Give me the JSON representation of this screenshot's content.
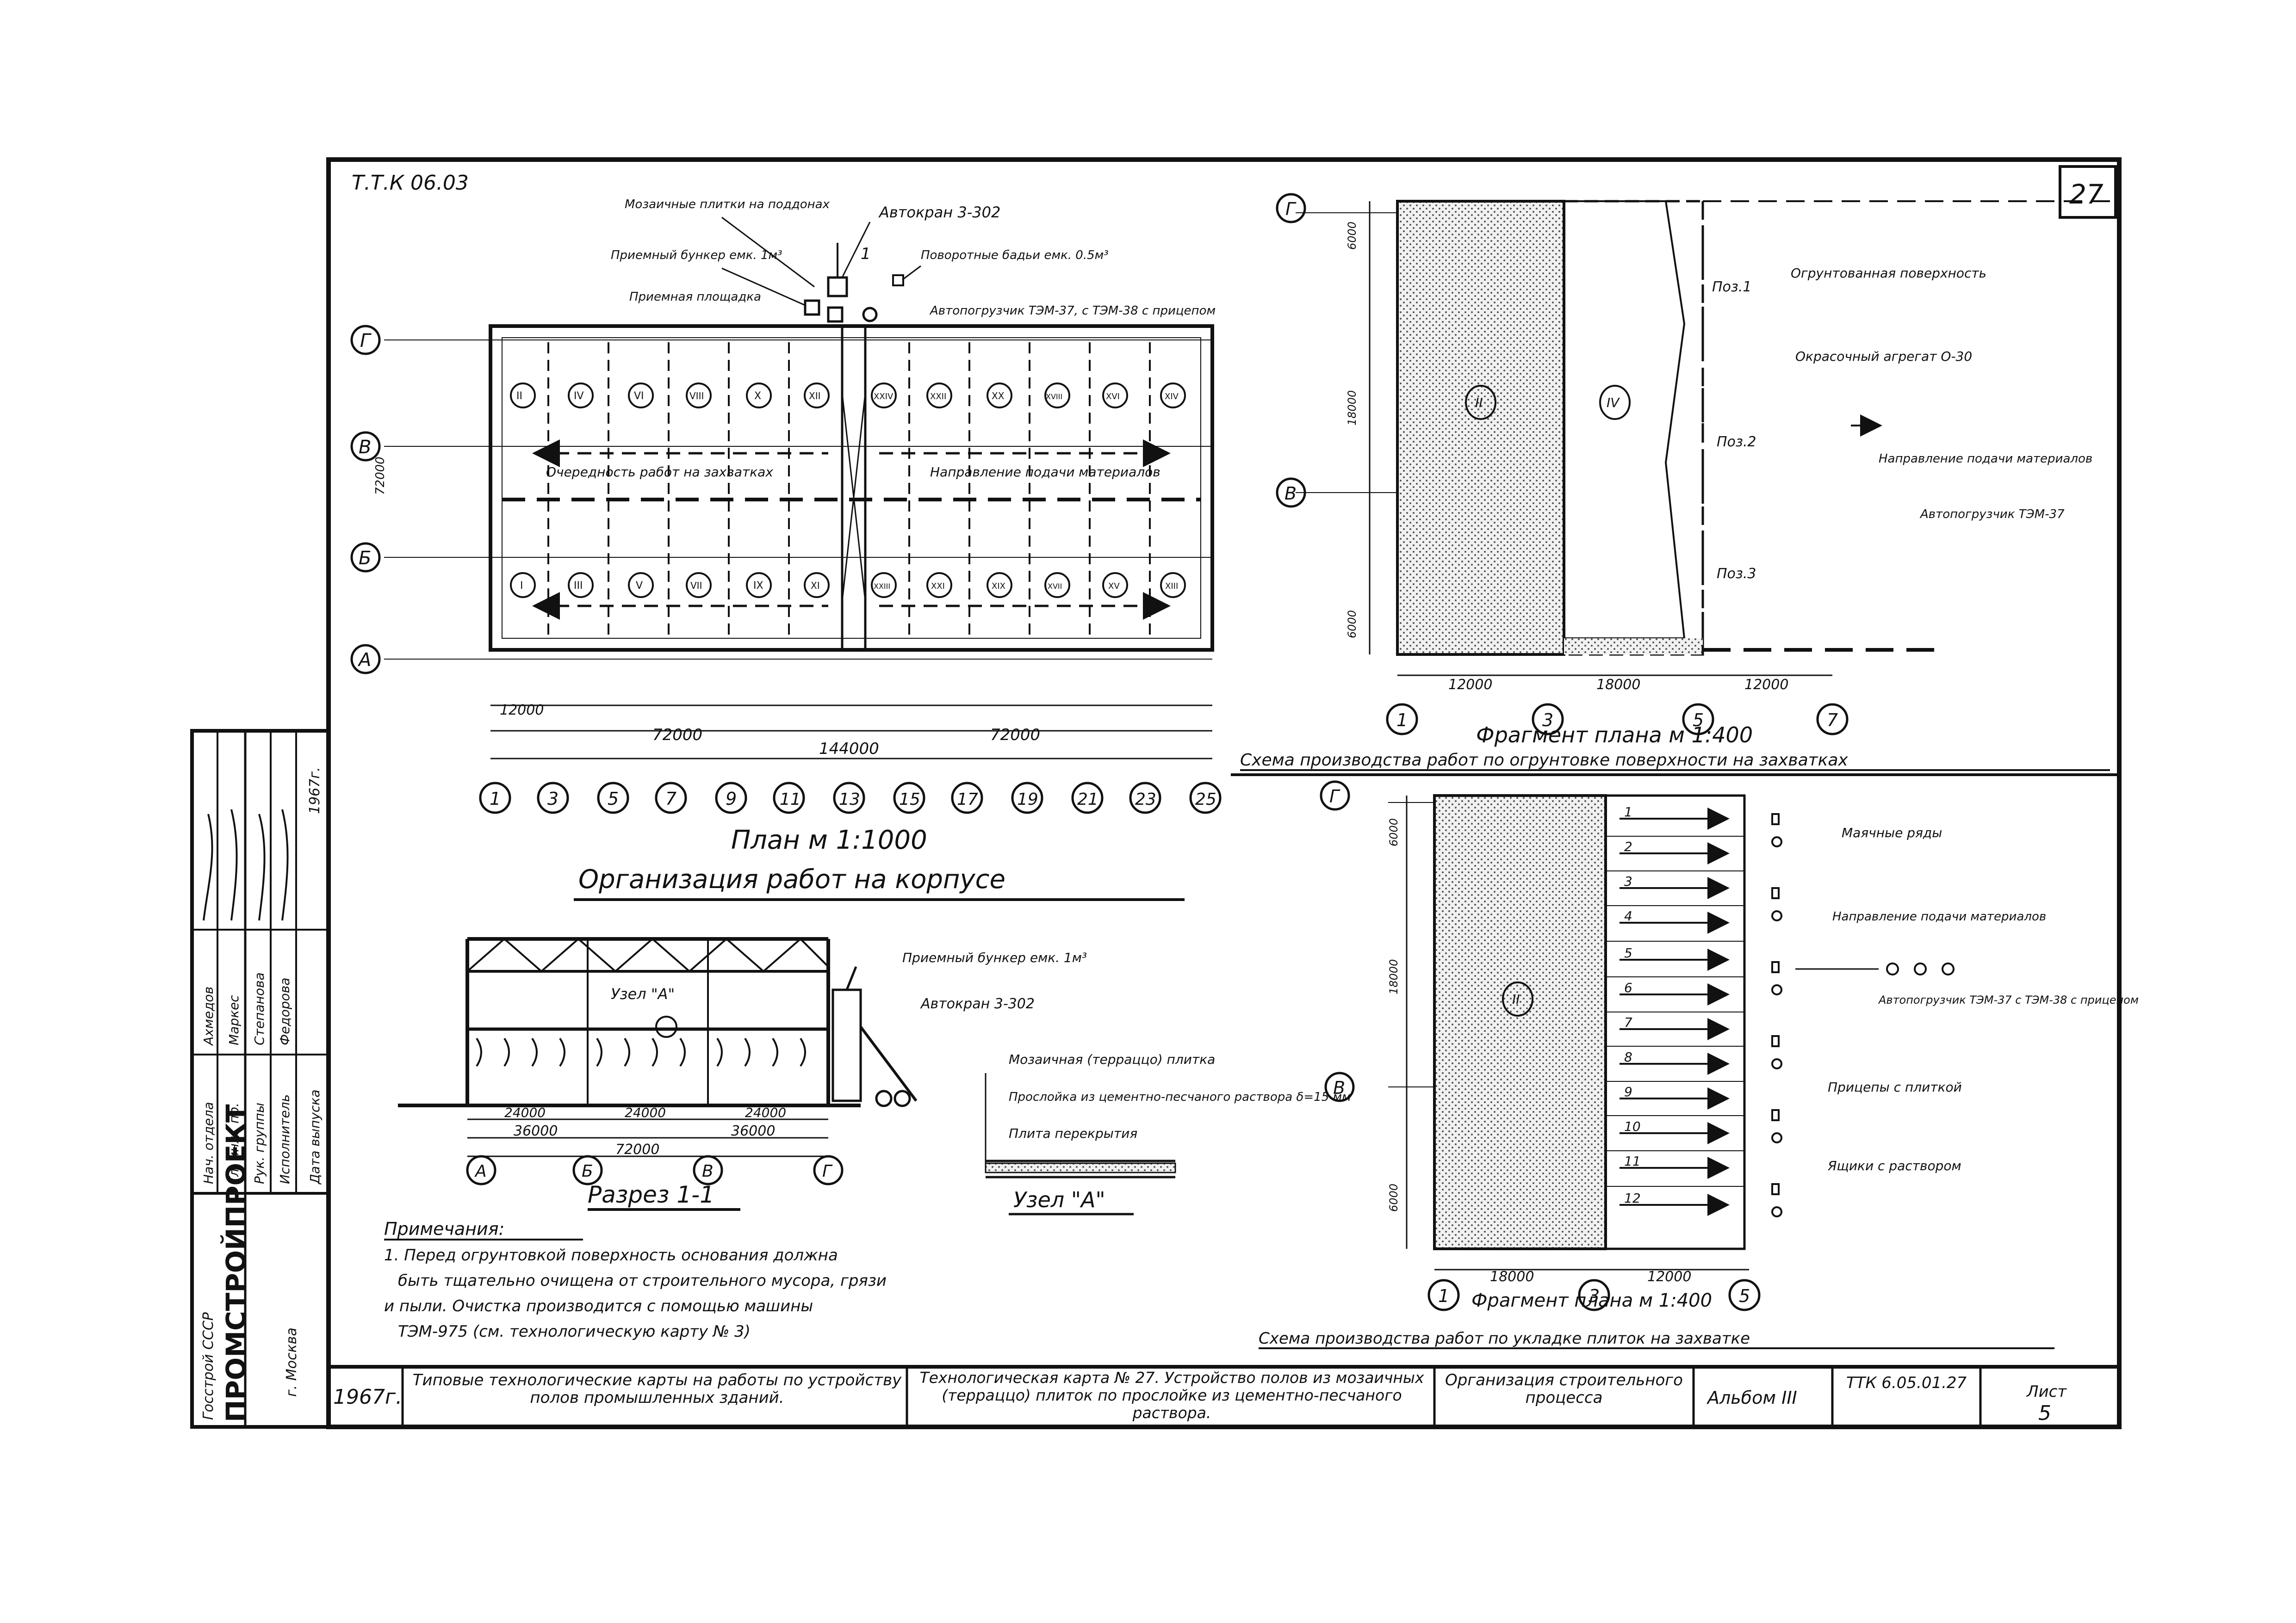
{
  "sheet": {
    "code": "Т.Т.К 06.03",
    "sheet_number": "27"
  },
  "plan": {
    "caption": "План м 1:1000",
    "subtitle": "Организация работ на корпусе",
    "row_axes": [
      "Г",
      "В",
      "Б",
      "А"
    ],
    "col_axes": [
      "1",
      "3",
      "5",
      "7",
      "9",
      "11",
      "13",
      "15",
      "17",
      "19",
      "21",
      "23",
      "25"
    ],
    "dim_total": "144000",
    "dim_half_left": "72000",
    "dim_half_right": "72000",
    "dim_bay": "12000",
    "dim_left_total": "72000",
    "labels": {
      "mosaic": "Мозаичные плитки на поддонах",
      "bunker": "Приемный бункер емк. 1м³",
      "receiving": "Приемная площадка",
      "crane": "Автокран 3-302",
      "tipping": "Поворотные бадьи емк. 0.5м³",
      "loader": "Автопогрузчик ТЭМ-37, с ТЭМ-38 с прицепом",
      "sequence": "Очередность работ на захватках",
      "direction": "Направление подачи материалов",
      "section_mark": "1"
    },
    "zones_top": [
      "II",
      "IV",
      "VI",
      "VIII",
      "X",
      "XII",
      "XXIV",
      "XXII",
      "XX",
      "XVIII",
      "XVI",
      "XIV"
    ],
    "zones_bottom": [
      "I",
      "III",
      "V",
      "VII",
      "IX",
      "XI",
      "XXIII",
      "XXI",
      "XIX",
      "XVII",
      "XV",
      "XIII"
    ]
  },
  "section": {
    "caption": "Разрез 1-1",
    "node_label": "Узел \"А\"",
    "bunker": "Приемный бункер емк. 1м³",
    "crane": "Автокран 3-302",
    "dims": [
      "24000",
      "24000",
      "24000"
    ],
    "dims_mid": [
      "36000",
      "36000"
    ],
    "dim_total": "72000",
    "axes": [
      "А",
      "Б",
      "В",
      "Г"
    ]
  },
  "node": {
    "caption": "Узел \"А\"",
    "layers": [
      "Мозаичная (терраццо) плитка",
      "Прослойка из цементно-песчаного раствора δ=15 мм",
      "Плита перекрытия"
    ]
  },
  "fragment_top": {
    "caption": "Фрагмент плана м 1:400",
    "note": "Схема производства работ по огрунтовке поверхности на захватках",
    "axes_rows": [
      "Г",
      "В"
    ],
    "axes_cols": [
      "1",
      "3",
      "5",
      "7"
    ],
    "dims": [
      "12000",
      "18000",
      "12000"
    ],
    "dims_vert": [
      "6000",
      "18000",
      "6000"
    ],
    "zones": [
      "II",
      "IV"
    ],
    "positions": [
      "Поз.1",
      "Поз.2",
      "Поз.3"
    ],
    "labels": {
      "primed": "Огрунтованная поверхность",
      "sprayer": "Окрасочный агрегат О-30",
      "direction": "Направление подачи материалов",
      "loader": "Автопогрузчик ТЭМ-37"
    }
  },
  "fragment_bottom": {
    "caption": "Фрагмент плана м 1:400",
    "note": "Схема производства работ по укладке плиток на захватке",
    "axes_rows": [
      "Г",
      "В"
    ],
    "axes_cols": [
      "1",
      "3",
      "5"
    ],
    "dims": [
      "18000",
      "12000"
    ],
    "dims_vert": [
      "6000",
      "18000",
      "6000"
    ],
    "zone": "II",
    "rows": [
      "1",
      "2",
      "3",
      "4",
      "5",
      "6",
      "7",
      "8",
      "9",
      "10",
      "11",
      "12"
    ],
    "labels": {
      "rows": "Маячные ряды",
      "direction": "Направление подачи материалов",
      "loader": "Автопогрузчик ТЭМ-37 с ТЭМ-38 с прицепом",
      "trailers": "Прицепы с плиткой",
      "boxes": "Ящики с раствором"
    }
  },
  "notes": {
    "heading": "Примечания:",
    "line1": "1. Перед огрунтовкой поверхность основания должна",
    "line2": "быть тщательно очищена от строительного мусора, грязи",
    "line3": "и пыли. Очистка производится с помощью машины",
    "line4": "ТЭМ-975      (см. технологическую карту № 3)"
  },
  "stamp_left": {
    "org": "Госстрой СССР",
    "institute": "ПРОМСТРОЙПРОЕКТ",
    "city": "г. Москва",
    "roles": [
      "Нач. отдела",
      "Гл. инж. пр.",
      "Рук. группы",
      "Исполнитель",
      "Дата выпуска"
    ],
    "names": [
      "Ахмедов",
      "Маркес",
      "Степанова",
      "Федорова",
      ""
    ],
    "year": "1967г."
  },
  "title_block": {
    "year": "1967г.",
    "series": "Типовые технологические карты на работы по устройству полов промышленных зданий.",
    "title": "Технологическая карта № 27. Устройство полов из мозаичных (терраццо) плиток по прослойке из цементно-песчаного раствора.",
    "section": "Организация строительного процесса",
    "album": "Альбом III",
    "code": "ТТК 6.05.01.27",
    "sheet_label": "Лист",
    "sheet_no": "5"
  }
}
